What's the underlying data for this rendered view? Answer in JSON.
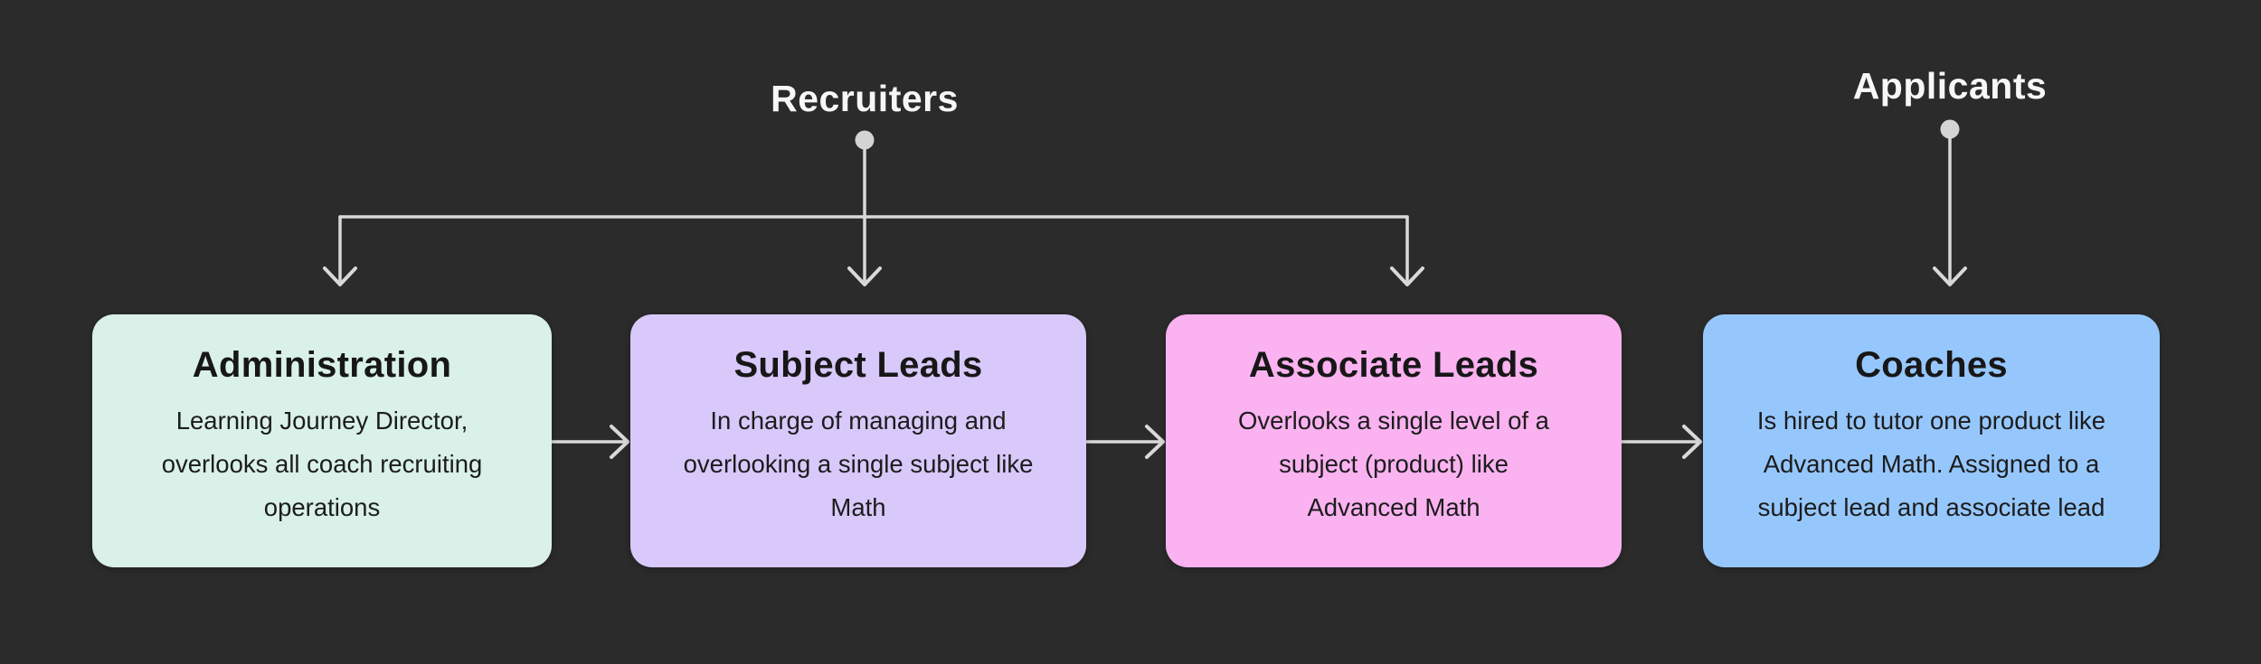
{
  "colors": {
    "background": "#2b2b2b",
    "connector": "#d9d9d9",
    "dot": "#d4d4d4",
    "label_text": "#f7f7f7",
    "node_text": "#171717"
  },
  "labels": {
    "recruiters": {
      "text": "Recruiters"
    },
    "applicants": {
      "text": "Applicants"
    }
  },
  "boxes": [
    {
      "id": "administration",
      "title": "Administration",
      "body": "Learning Journey Director,\noverlooks all coach recruiting\noperations",
      "color": "#d9f1e8"
    },
    {
      "id": "subject-leads",
      "title": "Subject Leads",
      "body": "In charge of managing and\noverlooking a single subject like\nMath",
      "color": "#d8c9fa"
    },
    {
      "id": "associate-leads",
      "title": "Associate Leads",
      "body": "Overlooks a single level of a\nsubject (product) like\nAdvanced Math",
      "color": "#fab2f0"
    },
    {
      "id": "coaches",
      "title": "Coaches",
      "body": "Is hired to tutor one product like\nAdvanced Math. Assigned to a\nsubject lead and associate lead",
      "color": "#96c7fc"
    }
  ],
  "edges": [
    {
      "from": "Recruiters",
      "to": "Administration"
    },
    {
      "from": "Recruiters",
      "to": "Subject Leads"
    },
    {
      "from": "Recruiters",
      "to": "Associate Leads"
    },
    {
      "from": "Applicants",
      "to": "Coaches"
    },
    {
      "from": "Administration",
      "to": "Subject Leads"
    },
    {
      "from": "Subject Leads",
      "to": "Associate Leads"
    },
    {
      "from": "Associate Leads",
      "to": "Coaches"
    }
  ]
}
